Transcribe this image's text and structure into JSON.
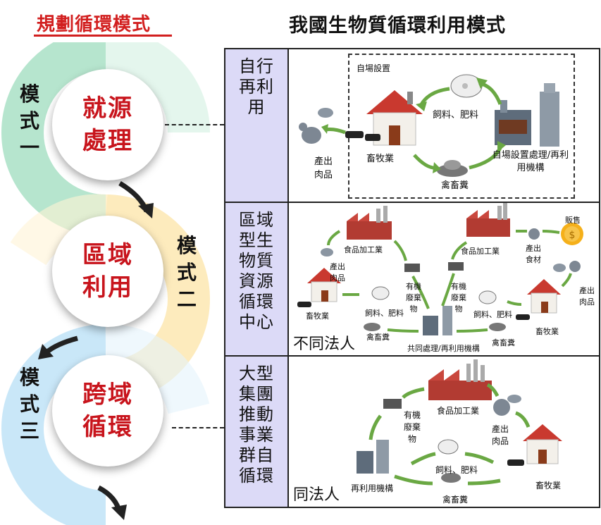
{
  "titles": {
    "left": "規劃循環模式",
    "right": "我國生物質循環利用模式"
  },
  "modes": [
    {
      "label": "模式一",
      "name_line1": "就源",
      "name_line2": "處理"
    },
    {
      "label": "模式二",
      "name_line1": "區域",
      "name_line2": "利用"
    },
    {
      "label": "模式三",
      "name_line1": "跨域",
      "name_line2": "循環"
    }
  ],
  "rows": [
    {
      "label": "自行再利用"
    },
    {
      "label": "區域型生物質資源循環中心"
    },
    {
      "label": "大型集團推動事業群自循環"
    }
  ],
  "row1": {
    "site": "自場設置",
    "feed": "飼料、肥料",
    "livestock": "畜牧業",
    "manure": "禽畜糞",
    "output": "產出肉品",
    "facility": "自場設置處理/再利用機構"
  },
  "row2": {
    "food_a": "食品加工業",
    "food_b": "食品加工業",
    "meat_a": "產出肉品",
    "food_out": "產出食材",
    "sale": "販售",
    "meat_b": "產出肉品",
    "organic_a": "有機廢棄物",
    "organic_b": "有機廢棄物",
    "livestock_a": "畜牧業",
    "livestock_b": "畜牧業",
    "feed_a": "飼料、肥料",
    "feed_b": "飼料、肥料",
    "manure_a": "禽畜糞",
    "manure_b": "禽畜糞",
    "shared": "共同處理/再利用機構",
    "tag": "不同法人"
  },
  "row3": {
    "food": "食品加工業",
    "organic": "有機廢棄物",
    "meat": "產出肉品",
    "feed": "飼料、肥料",
    "reuse": "再利用機構",
    "livestock": "畜牧業",
    "manure": "禽畜糞",
    "tag": "同法人"
  },
  "colors": {
    "accent_red": "#c8141c",
    "arrow_green": "#6aa843",
    "label_bg": "#dcdaf7"
  }
}
